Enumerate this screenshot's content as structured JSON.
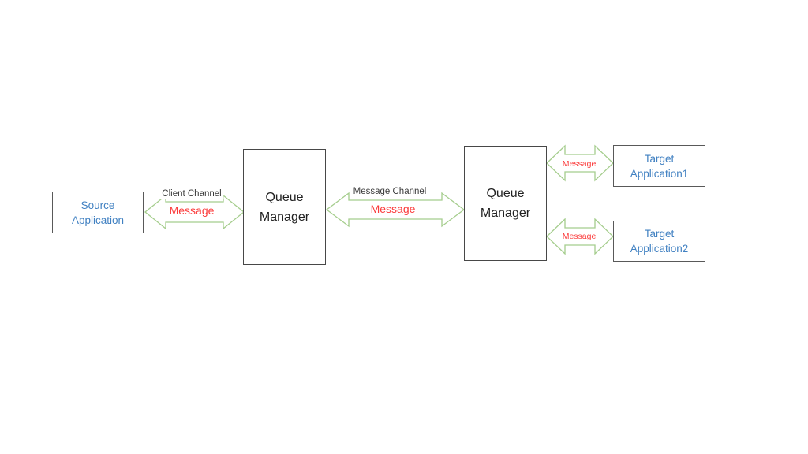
{
  "colors": {
    "background": "#ffffff",
    "app_box_border": "#595959",
    "queue_box_border": "#474747",
    "app_text": "#4181c2",
    "queue_text": "#212121",
    "arrow_stroke": "#a5cd8d",
    "arrow_fill": "#ffffff",
    "message_text": "#fb3b3b",
    "channel_text": "#3a3a3a"
  },
  "nodes": {
    "source": {
      "line1": "Source",
      "line2": "Application"
    },
    "queue_manager_1": {
      "line1": "Queue",
      "line2": "Manager"
    },
    "queue_manager_2": {
      "line1": "Queue",
      "line2": "Manager"
    },
    "target1": {
      "line1": "Target",
      "line2": "Application1"
    },
    "target2": {
      "line1": "Target",
      "line2": "Application2"
    }
  },
  "connectors": {
    "client_channel": {
      "channel": "Client Channel",
      "message": "Message"
    },
    "message_channel": {
      "channel": "Message Channel",
      "message": "Message"
    },
    "qm2_target1": {
      "message": "Message"
    },
    "qm2_target2": {
      "message": "Message"
    }
  }
}
